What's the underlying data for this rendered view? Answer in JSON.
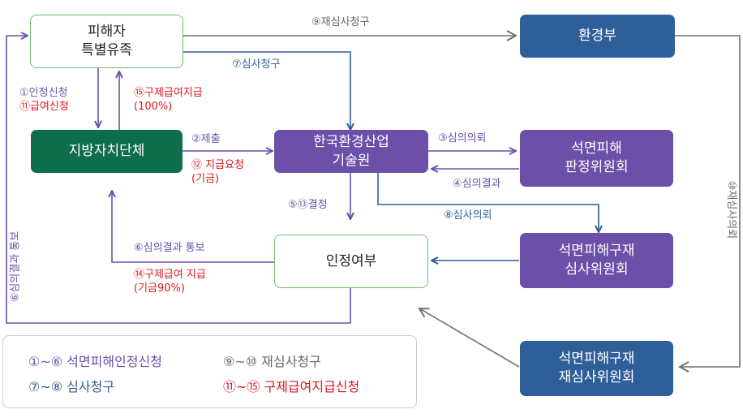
{
  "nodes": {
    "victim": [
      "피해자",
      "특별유족"
    ],
    "local_gov": [
      "지방자치단체"
    ],
    "keiti": [
      "한국환경산업",
      "기술원"
    ],
    "env_ministry": [
      "환경부"
    ],
    "judgment_committee": [
      "석면피해",
      "판정위원회"
    ],
    "review_committee": [
      "석면피해구재",
      "심사위원회"
    ],
    "recognition": [
      "인정여부"
    ],
    "rereview_committee": [
      "석면피해구재",
      "재심사위원회"
    ]
  },
  "edges": {
    "re_request": "⑨재심사청구",
    "review_request": "⑦심사청구",
    "recognition_apply": "①인정신청",
    "benefit_apply": "⑪급여신청",
    "relief_pay": [
      "⑮구제급여지급",
      "(100%)"
    ],
    "submit": "②제출",
    "pay_request": [
      "⑫ 지급요청",
      "(기금)"
    ],
    "consult_request": "③심의의뢰",
    "consult_result": "④심의결과",
    "review_consult": "⑧심사의뢰",
    "decision": "⑤⑬결정",
    "result_notice": "⑥심의결과 통보",
    "relief_pay_90": [
      "⑭구제급여 지급",
      "(기금90%)"
    ],
    "result_notice_vertical": "⑥심의결과 통보",
    "rereview_consult": "⑩재심사의뢰"
  },
  "legend": {
    "item1": "①~⑥ 석면피해인정신청",
    "item2": "⑦~⑧ 심사청구",
    "item3": "⑨~⑩ 재심사청구",
    "item4": "⑪~⑮ 구제급여지급신청"
  },
  "colors": {
    "purple": "#6b4fa8",
    "green": "#0e6e4c",
    "blue": "#2f5f99",
    "red": "#e0161b",
    "gray": "#666666",
    "outline_green": "#6cbf6a"
  }
}
